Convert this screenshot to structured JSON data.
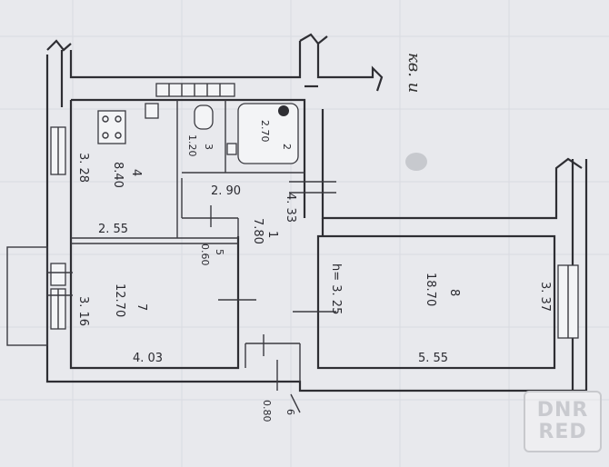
{
  "labels": {
    "building_note": "кв. и",
    "kitchen_num": "4",
    "kitchen_area": "8.40",
    "kitchen_h": "3. 28",
    "kitchen_w": "2. 55",
    "wc_num": "3",
    "wc_area": "1.20",
    "bath_num": "2",
    "bath_area": "2.70",
    "corridor_w": "2. 90",
    "hall_num": "1",
    "hall_area": "7.80",
    "hall_w": "4. 33",
    "closet_num": "5",
    "closet_area": "0.60",
    "room7_num": "7",
    "room7_area": "12.70",
    "room7_h": "3. 16",
    "room7_w": "4. 03",
    "room8_num": "8",
    "room8_area": "18.70",
    "room8_h": "h= 3. 25",
    "room8_len": "3. 37",
    "room8_w": "5. 55",
    "vest_num": "6",
    "vest_area": "0.80"
  },
  "watermark": {
    "line1": "DNR",
    "line2": "RED"
  },
  "colors": {
    "paper": "#e8e9ed",
    "ink": "#2e2e33",
    "watermark": "#c9cacf"
  }
}
